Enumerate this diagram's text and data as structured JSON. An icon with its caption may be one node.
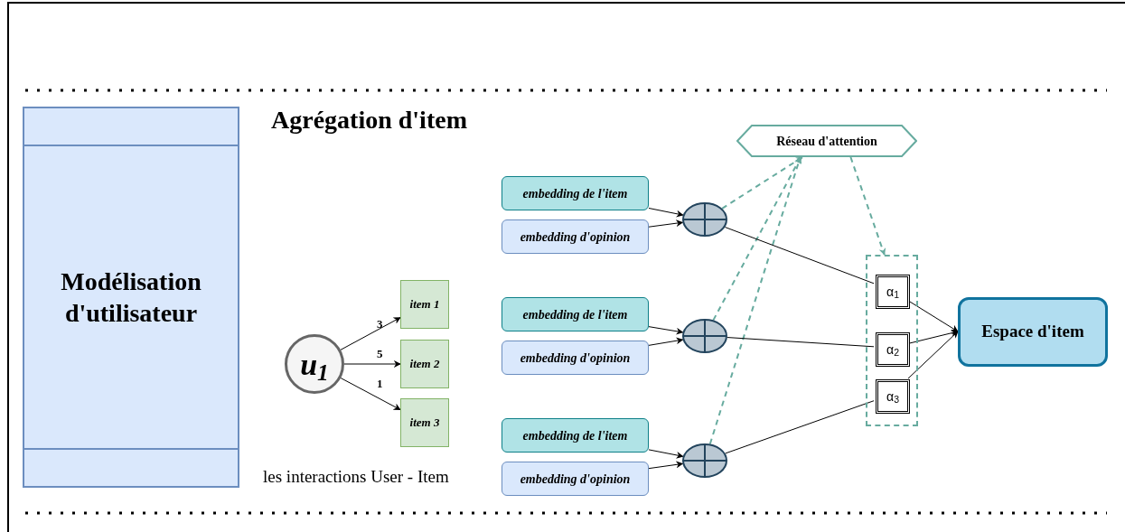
{
  "diagram": {
    "title": "Agrégation d'item",
    "nodes": [
      {
        "text": [
          "Modélisation d'utilisateur"
        ]
      },
      {
        "text": [
          "u$_{1}$"
        ]
      },
      {
        "text": [
          "item 1"
        ]
      },
      {
        "text": [
          "item 2"
        ]
      },
      {
        "text": [
          "item 3"
        ]
      },
      {
        "text": [
          "embedding de l'item"
        ]
      },
      {
        "text": [
          "embedding d'opinion"
        ]
      },
      {
        "text": [],
        "shape": "circle"
      },
      {
        "text": [
          "embedding de l'item"
        ]
      },
      {
        "text": [
          "embedding d'opinion"
        ]
      },
      {
        "text": [],
        "shape": "circle"
      },
      {
        "text": [
          "embedding de l'item"
        ]
      },
      {
        "text": [
          "embedding d'opinion"
        ]
      },
      {
        "text": [],
        "shape": "circle"
      },
      {
        "text": [
          "Réseau d'attention"
        ]
      },
      {
        "text": [],
        "shape": "box"
      },
      {
        "text": [
          "α$_{1}$"
        ],
        "in": 15
      },
      {
        "text": [
          "α$_{2}$"
        ],
        "in": 15
      },
      {
        "text": [
          "α$_{3}$"
        ],
        "in": 15
      },
      {
        "text": [
          "Espace d'item"
        ]
      }
    ],
    "edges": [
      {
        "from": 1,
        "to": 2,
        "arrow": "to",
        "label": "3"
      },
      {
        "from": 1,
        "to": 3,
        "arrow": "to",
        "label": "5"
      },
      {
        "from": 1,
        "to": 4,
        "arrow": "to",
        "label": "1"
      },
      {
        "from": 5,
        "to": 7,
        "arrow": "to"
      },
      {
        "from": 6,
        "to": 7,
        "arrow": "to"
      },
      {
        "from": 8,
        "to": 10,
        "arrow": "to"
      },
      {
        "from": 9,
        "to": 10,
        "arrow": "to"
      },
      {
        "from": 11,
        "to": 13,
        "arrow": "to"
      },
      {
        "from": 12,
        "to": 13,
        "arrow": "to"
      },
      {
        "from": 7,
        "to": 14,
        "arrow": "to",
        "style": "dashed",
        "color": "#67ab9f"
      },
      {
        "from": 10,
        "to": 14,
        "arrow": "to",
        "style": "dashed",
        "color": "#67ab9f"
      },
      {
        "from": 13,
        "to": 14,
        "arrow": "to",
        "style": "dashed",
        "color": "#67ab9f"
      },
      {
        "from": 14,
        "to": 15,
        "arrow": "to",
        "style": "dashed",
        "color": "#67ab9f"
      },
      {
        "from": 7,
        "to": 16,
        "arrow": "none"
      },
      {
        "from": 10,
        "to": 17,
        "arrow": "none"
      },
      {
        "from": 13,
        "to": 18,
        "arrow": "none"
      },
      {
        "from": 16,
        "to": 19,
        "arrow": "to"
      },
      {
        "from": 17,
        "to": 19,
        "arrow": "to"
      },
      {
        "from": 18,
        "to": 19,
        "arrow": "to"
      }
    ],
    "labels": [
      "les interactions User - Item"
    ]
  }
}
